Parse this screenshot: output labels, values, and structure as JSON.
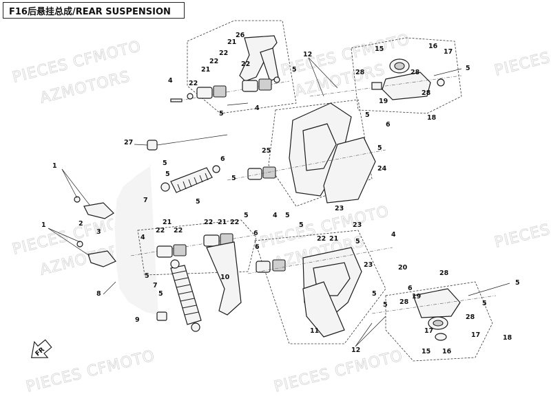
{
  "title": "F16后悬挂总成/REAR SUSPENSION",
  "watermark": {
    "line1": "PIECES CFMOTO",
    "line2": "AZMOTORS"
  },
  "front_arrow_label": "FR",
  "callouts": {
    "c4a": "4",
    "c22a": "22",
    "c21a": "21",
    "c22b": "22",
    "c26": "26",
    "c21b": "21",
    "c22c": "22",
    "c22d": "22",
    "c5a": "5",
    "c5b": "5",
    "c4b": "4",
    "c12a": "12",
    "c28a": "28",
    "c15a": "15",
    "c16a": "16",
    "c17a": "17",
    "c5c": "5",
    "c28b": "28",
    "c18a": "18",
    "c28c": "28",
    "c19a": "19",
    "c5d": "5",
    "c6a": "6",
    "c27": "27",
    "c5e": "5",
    "c5f": "5",
    "c25": "25",
    "c5g": "5",
    "c24": "24",
    "c1a": "1",
    "c5h": "5",
    "c5i": "5",
    "c6b": "6",
    "c7a": "7",
    "c23a": "23",
    "c4c": "4",
    "c5j": "5",
    "c3": "3",
    "c2": "2",
    "c1b": "1",
    "c4d": "4",
    "c22e": "22",
    "c21c": "21",
    "c22f": "22",
    "c22g": "22",
    "c21d": "21",
    "c22h": "22",
    "c5k": "5",
    "c6c": "6",
    "c5l": "5",
    "c23b": "23",
    "c4e": "4",
    "c5m": "5",
    "c22i": "22",
    "c21e": "21",
    "c6d": "6",
    "c5n": "5",
    "c5o": "5",
    "c7b": "7",
    "c10": "10",
    "c23c": "23",
    "c20": "20",
    "c28d": "28",
    "c5p": "5",
    "c8": "8",
    "c5q": "5",
    "c6e": "6",
    "c5r": "5",
    "c28e": "28",
    "c19b": "19",
    "c9": "9",
    "c11": "11",
    "c5s": "5",
    "c28f": "28",
    "c17b": "17",
    "c17c": "17",
    "c12b": "12",
    "c15b": "15",
    "c16b": "16",
    "c18b": "18"
  }
}
